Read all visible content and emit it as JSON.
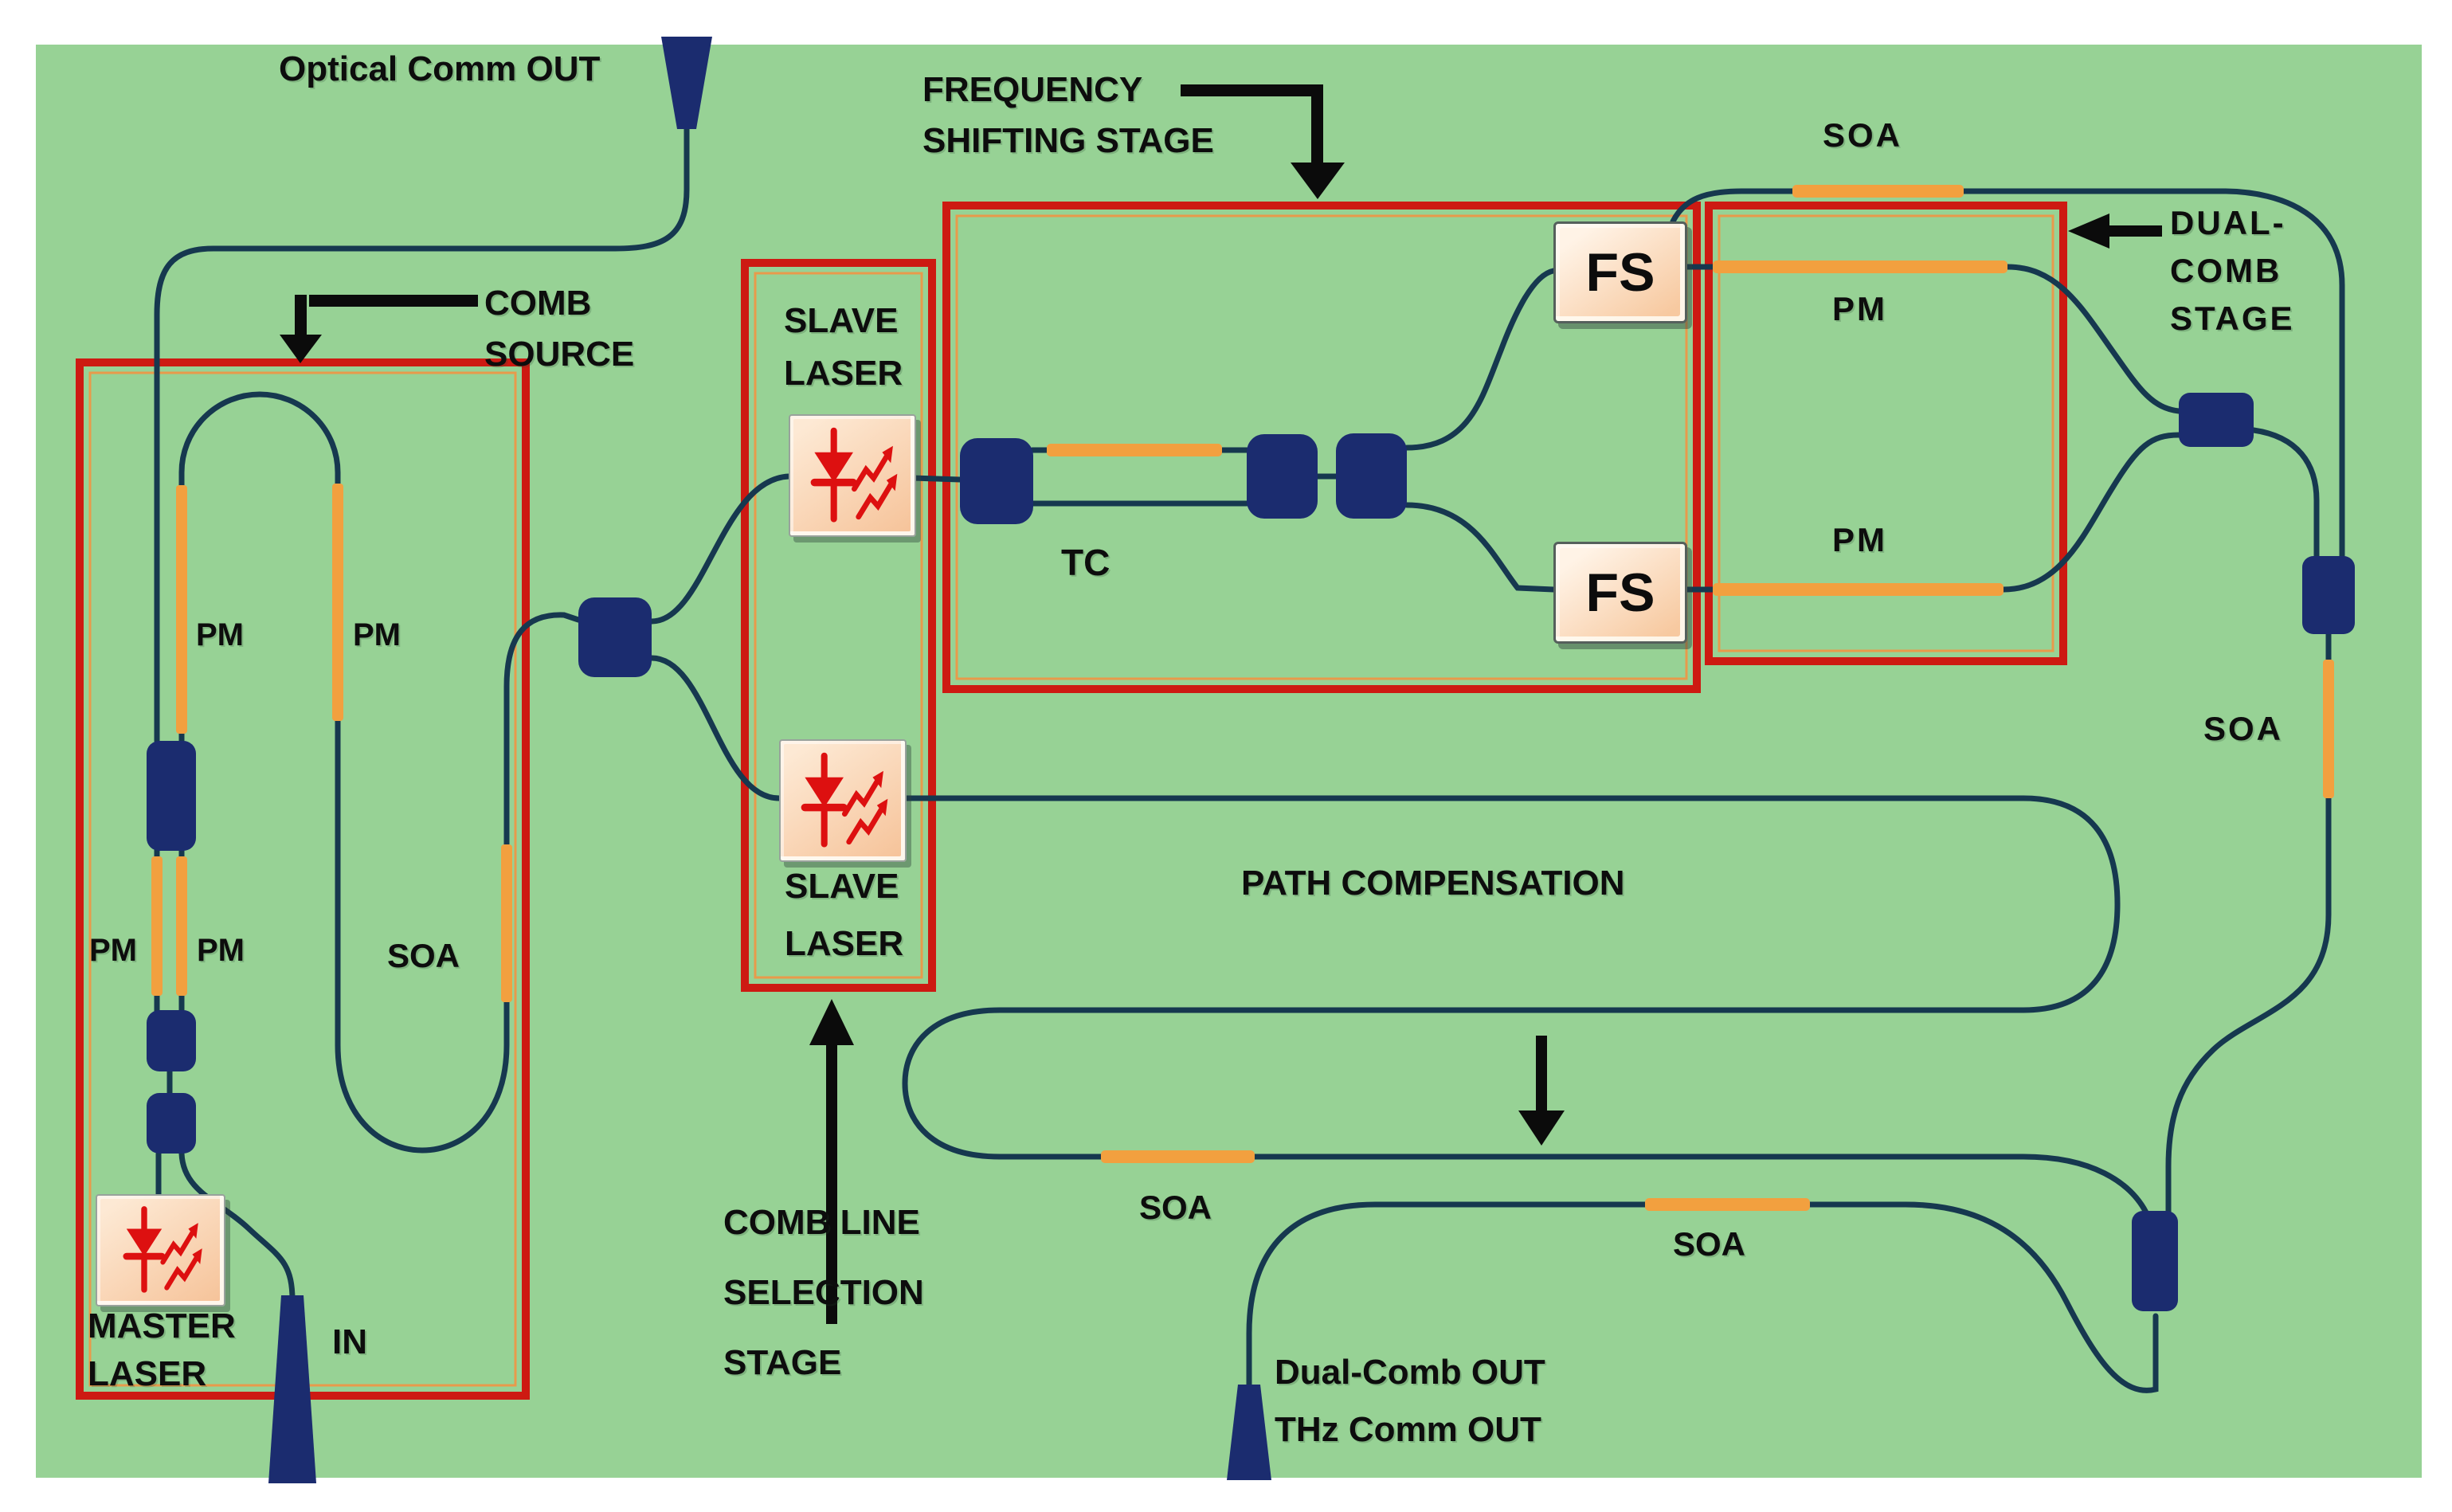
{
  "colors": {
    "page_bg": "#ffffff",
    "board_green": "#97D295",
    "fiber_navy": "#16384F",
    "coupler_navy": "#1B2C6F",
    "stage_red": "#CD1A12",
    "stage_inner_orange": "#E89A4B",
    "segment_orange": "#F2A03F",
    "laser_red": "#DD1010",
    "text_black": "#0d0d0d"
  },
  "ports": {
    "optical_comm_out": "Optical Comm OUT",
    "in": "IN",
    "dual_comb_out": "Dual-Comb OUT",
    "thz_comm_out": "THz Comm OUT"
  },
  "stages": {
    "comb_source": {
      "lines": [
        "COMB",
        "SOURCE"
      ]
    },
    "comb_line_selection": {
      "lines": [
        "COMB LINE",
        "SELECTION",
        "STAGE"
      ]
    },
    "frequency_shifting": {
      "lines": [
        "FREQUENCY",
        "SHIFTING STAGE"
      ]
    },
    "dual_comb": {
      "lines": [
        "DUAL-",
        "COMB",
        "STAGE"
      ]
    },
    "path_compensation": {
      "label": "PATH COMPENSATION"
    }
  },
  "components": {
    "pm": "PM",
    "soa": "SOA",
    "tc": "TC",
    "fs": "FS",
    "slave_laser": {
      "lines": [
        "SLAVE",
        "LASER"
      ]
    },
    "master_laser": {
      "lines": [
        "MASTER",
        "LASER"
      ]
    }
  }
}
